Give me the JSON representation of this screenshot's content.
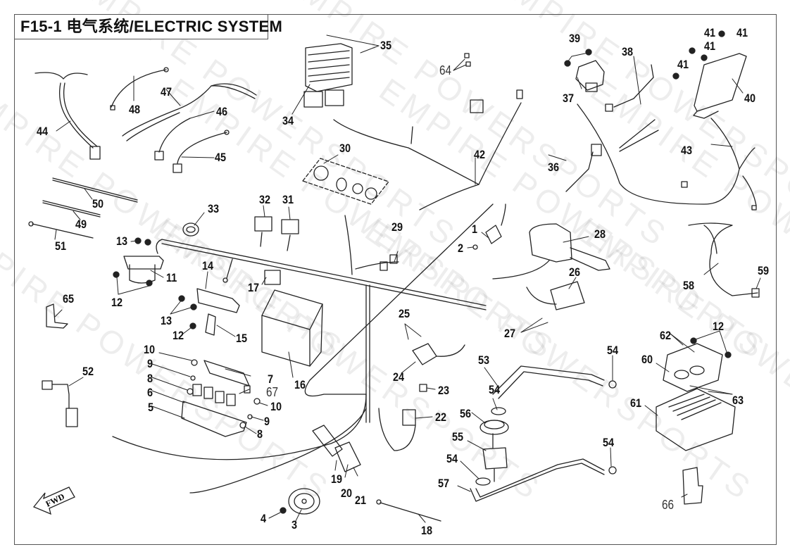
{
  "title": "F15-1 电气系统/ELECTRIC SYSTEM",
  "watermark": "EMPIRE POWERSPORTS",
  "direction_indicator": "FWD",
  "callouts": [
    {
      "num": "1"
    },
    {
      "num": "2"
    },
    {
      "num": "3"
    },
    {
      "num": "4"
    },
    {
      "num": "5"
    },
    {
      "num": "6"
    },
    {
      "num": "7"
    },
    {
      "num": "8"
    },
    {
      "num": "8"
    },
    {
      "num": "9"
    },
    {
      "num": "9"
    },
    {
      "num": "10"
    },
    {
      "num": "10"
    },
    {
      "num": "11"
    },
    {
      "num": "12"
    },
    {
      "num": "12"
    },
    {
      "num": "12"
    },
    {
      "num": "13"
    },
    {
      "num": "13"
    },
    {
      "num": "14"
    },
    {
      "num": "15"
    },
    {
      "num": "16"
    },
    {
      "num": "17"
    },
    {
      "num": "18"
    },
    {
      "num": "19"
    },
    {
      "num": "20"
    },
    {
      "num": "21"
    },
    {
      "num": "22"
    },
    {
      "num": "23"
    },
    {
      "num": "24"
    },
    {
      "num": "25"
    },
    {
      "num": "26"
    },
    {
      "num": "27"
    },
    {
      "num": "28"
    },
    {
      "num": "29"
    },
    {
      "num": "30"
    },
    {
      "num": "31"
    },
    {
      "num": "32"
    },
    {
      "num": "33"
    },
    {
      "num": "34"
    },
    {
      "num": "35"
    },
    {
      "num": "36"
    },
    {
      "num": "37"
    },
    {
      "num": "38"
    },
    {
      "num": "39"
    },
    {
      "num": "40"
    },
    {
      "num": "41"
    },
    {
      "num": "41"
    },
    {
      "num": "41"
    },
    {
      "num": "41"
    },
    {
      "num": "42"
    },
    {
      "num": "43"
    },
    {
      "num": "44"
    },
    {
      "num": "45"
    },
    {
      "num": "46"
    },
    {
      "num": "47"
    },
    {
      "num": "48"
    },
    {
      "num": "49"
    },
    {
      "num": "50"
    },
    {
      "num": "51"
    },
    {
      "num": "52"
    },
    {
      "num": "53"
    },
    {
      "num": "54"
    },
    {
      "num": "54"
    },
    {
      "num": "54"
    },
    {
      "num": "54"
    },
    {
      "num": "55"
    },
    {
      "num": "56"
    },
    {
      "num": "57"
    },
    {
      "num": "58"
    },
    {
      "num": "59"
    },
    {
      "num": "60"
    },
    {
      "num": "61"
    },
    {
      "num": "62"
    },
    {
      "num": "63"
    },
    {
      "num": "64"
    },
    {
      "num": "65"
    },
    {
      "num": "66"
    },
    {
      "num": "67"
    }
  ]
}
